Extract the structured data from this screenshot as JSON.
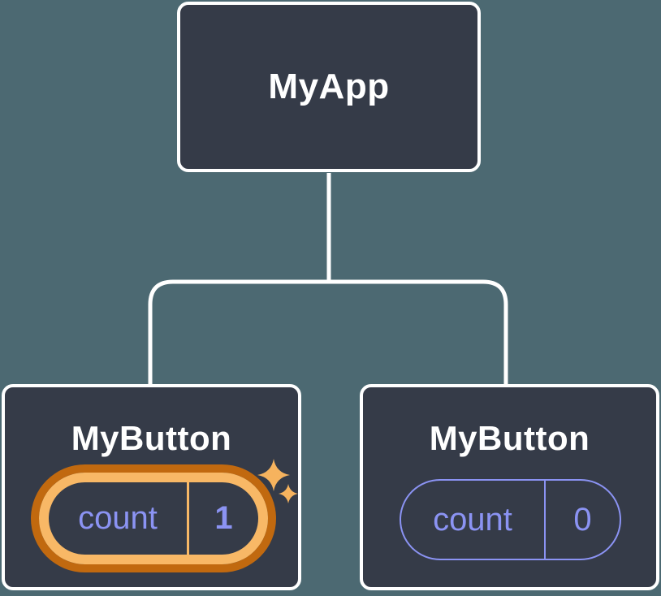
{
  "diagram": {
    "title_hint": "React component tree with state",
    "root": {
      "label": "MyApp"
    },
    "children": [
      {
        "label": "MyButton",
        "state": {
          "name": "count",
          "value": "1"
        },
        "highlighted": true
      },
      {
        "label": "MyButton",
        "state": {
          "name": "count",
          "value": "0"
        },
        "highlighted": false
      }
    ]
  },
  "colors": {
    "background": "#4C6972",
    "node_fill": "#353B48",
    "node_border": "#FFFFFF",
    "connector": "#FFFFFF",
    "state_text": "#8B93F3",
    "state_border_plain": "#8B93F3",
    "highlight_ring_outer": "#C1690F",
    "highlight_ring_inner": "#F8B866",
    "sparkle": "#F6B35E"
  }
}
